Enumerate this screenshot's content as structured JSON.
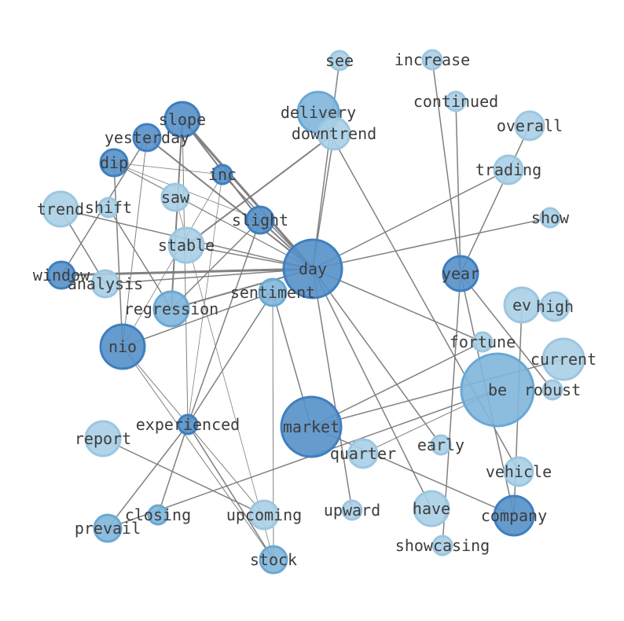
{
  "palette": {
    "light": "#a9cfe6",
    "light_stroke": "#9dc6e0",
    "mid": "#7fb6dc",
    "mid_stroke": "#6aa8d4",
    "dark": "#5590c9",
    "dark_stroke": "#3f7fbf",
    "edge": "#7a7a7a",
    "label": "#3d3d3d"
  },
  "nodes": [
    {
      "id": "day",
      "label": "day",
      "tone": "dark"
    },
    {
      "id": "be",
      "label": "be",
      "tone": "mid"
    },
    {
      "id": "market",
      "label": "market",
      "tone": "dark"
    },
    {
      "id": "delivery",
      "label": "delivery",
      "tone": "mid"
    },
    {
      "id": "downtrend",
      "label": "downtrend",
      "tone": "light"
    },
    {
      "id": "see",
      "label": "see",
      "tone": "light"
    },
    {
      "id": "increase",
      "label": "increase",
      "tone": "light"
    },
    {
      "id": "continued",
      "label": "continued",
      "tone": "light"
    },
    {
      "id": "overall",
      "label": "overall",
      "tone": "light"
    },
    {
      "id": "trading",
      "label": "trading",
      "tone": "light"
    },
    {
      "id": "show",
      "label": "show",
      "tone": "light"
    },
    {
      "id": "year",
      "label": "year",
      "tone": "dark"
    },
    {
      "id": "ev",
      "label": "ev",
      "tone": "light"
    },
    {
      "id": "high",
      "label": "high",
      "tone": "light"
    },
    {
      "id": "fortune",
      "label": "fortune",
      "tone": "light"
    },
    {
      "id": "current",
      "label": "current",
      "tone": "light"
    },
    {
      "id": "robust",
      "label": "robust",
      "tone": "light"
    },
    {
      "id": "vehicle",
      "label": "vehicle",
      "tone": "light"
    },
    {
      "id": "company",
      "label": "company",
      "tone": "dark"
    },
    {
      "id": "showcasing",
      "label": "showcasing",
      "tone": "light"
    },
    {
      "id": "have",
      "label": "have",
      "tone": "light"
    },
    {
      "id": "early",
      "label": "early",
      "tone": "light"
    },
    {
      "id": "quarter",
      "label": "quarter",
      "tone": "light"
    },
    {
      "id": "upward",
      "label": "upward",
      "tone": "light"
    },
    {
      "id": "upcoming",
      "label": "upcoming",
      "tone": "light"
    },
    {
      "id": "stock",
      "label": "stock",
      "tone": "mid"
    },
    {
      "id": "closing",
      "label": "closing",
      "tone": "mid"
    },
    {
      "id": "prevail",
      "label": "prevail",
      "tone": "mid"
    },
    {
      "id": "report",
      "label": "report",
      "tone": "light"
    },
    {
      "id": "experienced",
      "label": "experienced",
      "tone": "dark"
    },
    {
      "id": "nio",
      "label": "nio",
      "tone": "dark"
    },
    {
      "id": "regression",
      "label": "regression",
      "tone": "mid"
    },
    {
      "id": "sentiment",
      "label": "sentiment",
      "tone": "mid"
    },
    {
      "id": "analysis",
      "label": "analysis",
      "tone": "light"
    },
    {
      "id": "window",
      "label": "window",
      "tone": "dark"
    },
    {
      "id": "stable",
      "label": "stable",
      "tone": "light"
    },
    {
      "id": "trend",
      "label": "trend",
      "tone": "light"
    },
    {
      "id": "shift",
      "label": "shift",
      "tone": "light"
    },
    {
      "id": "saw",
      "label": "saw",
      "tone": "light"
    },
    {
      "id": "dip",
      "label": "dip",
      "tone": "dark"
    },
    {
      "id": "inc",
      "label": "inc",
      "tone": "dark"
    },
    {
      "id": "slight",
      "label": "slight",
      "tone": "dark"
    },
    {
      "id": "yesterday",
      "label": "yesterday",
      "tone": "dark"
    },
    {
      "id": "slope",
      "label": "slope",
      "tone": "dark"
    }
  ],
  "edges": [
    {
      "source": "see",
      "target": "day",
      "weight": 1.5
    },
    {
      "source": "day",
      "target": "slope",
      "weight": 3
    },
    {
      "source": "day",
      "target": "yesterday",
      "weight": 2
    },
    {
      "source": "day",
      "target": "dip",
      "weight": 1.2
    },
    {
      "source": "day",
      "target": "inc",
      "weight": 1.5
    },
    {
      "source": "day",
      "target": "slight",
      "weight": 2
    },
    {
      "source": "day",
      "target": "trend",
      "weight": 1.5
    },
    {
      "source": "day",
      "target": "window",
      "weight": 3
    },
    {
      "source": "day",
      "target": "analysis",
      "weight": 1.5
    },
    {
      "source": "day",
      "target": "regression",
      "weight": 2
    },
    {
      "source": "day",
      "target": "trading",
      "weight": 1.5
    },
    {
      "source": "day",
      "target": "show",
      "weight": 1.5
    },
    {
      "source": "day",
      "target": "fortune",
      "weight": 1.5
    },
    {
      "source": "day",
      "target": "have",
      "weight": 1.5
    },
    {
      "source": "day",
      "target": "early",
      "weight": 1.5
    },
    {
      "source": "day",
      "target": "upward",
      "weight": 1.5
    },
    {
      "source": "downtrend",
      "target": "day",
      "weight": 1.5
    },
    {
      "source": "downtrend",
      "target": "stable",
      "weight": 2
    },
    {
      "source": "delivery",
      "target": "vehicle",
      "weight": 1.5
    },
    {
      "source": "continued",
      "target": "year",
      "weight": 1.5
    },
    {
      "source": "increase",
      "target": "year",
      "weight": 1.5
    },
    {
      "source": "overall",
      "target": "year",
      "weight": 1.5
    },
    {
      "source": "year",
      "target": "showcasing",
      "weight": 1.5
    },
    {
      "source": "year",
      "target": "company",
      "weight": 1.5
    },
    {
      "source": "year",
      "target": "robust",
      "weight": 1.5
    },
    {
      "source": "ev",
      "target": "company",
      "weight": 1.5
    },
    {
      "source": "current",
      "target": "market",
      "weight": 1.5
    },
    {
      "source": "fortune",
      "target": "market",
      "weight": 1.5
    },
    {
      "source": "be",
      "target": "prevail",
      "weight": 1.5
    },
    {
      "source": "market",
      "target": "sentiment",
      "weight": 1.5
    },
    {
      "source": "market",
      "target": "company",
      "weight": 1.5
    },
    {
      "source": "quarter",
      "target": "be",
      "weight": 1
    },
    {
      "source": "sentiment",
      "target": "nio",
      "weight": 1.5
    },
    {
      "source": "sentiment",
      "target": "experienced",
      "weight": 1.5
    },
    {
      "source": "sentiment",
      "target": "stock",
      "weight": 1
    },
    {
      "source": "slight",
      "target": "experienced",
      "weight": 1.5
    },
    {
      "source": "slight",
      "target": "regression",
      "weight": 1.5
    },
    {
      "source": "slope",
      "target": "regression",
      "weight": 2
    },
    {
      "source": "slope",
      "target": "slight",
      "weight": 2
    },
    {
      "source": "slope",
      "target": "experienced",
      "weight": 1
    },
    {
      "source": "yesterday",
      "target": "window",
      "weight": 1.5
    },
    {
      "source": "yesterday",
      "target": "nio",
      "weight": 1
    },
    {
      "source": "dip",
      "target": "nio",
      "weight": 1.5
    },
    {
      "source": "dip",
      "target": "inc",
      "weight": 0.8
    },
    {
      "source": "dip",
      "target": "slight",
      "weight": 0.8
    },
    {
      "source": "inc",
      "target": "experienced",
      "weight": 0.8
    },
    {
      "source": "inc",
      "target": "nio",
      "weight": 0.8
    },
    {
      "source": "saw",
      "target": "stock",
      "weight": 0.8
    },
    {
      "source": "shift",
      "target": "regression",
      "weight": 1.5
    },
    {
      "source": "trend",
      "target": "analysis",
      "weight": 1.5
    },
    {
      "source": "nio",
      "target": "stock",
      "weight": 1
    },
    {
      "source": "nio",
      "target": "upcoming",
      "weight": 1
    },
    {
      "source": "report",
      "target": "upcoming",
      "weight": 1.5
    },
    {
      "source": "experienced",
      "target": "closing",
      "weight": 1.5
    },
    {
      "source": "experienced",
      "target": "prevail",
      "weight": 1.5
    },
    {
      "source": "experienced",
      "target": "stock",
      "weight": 1.5
    },
    {
      "source": "stable",
      "target": "day",
      "weight": 1.5
    }
  ]
}
